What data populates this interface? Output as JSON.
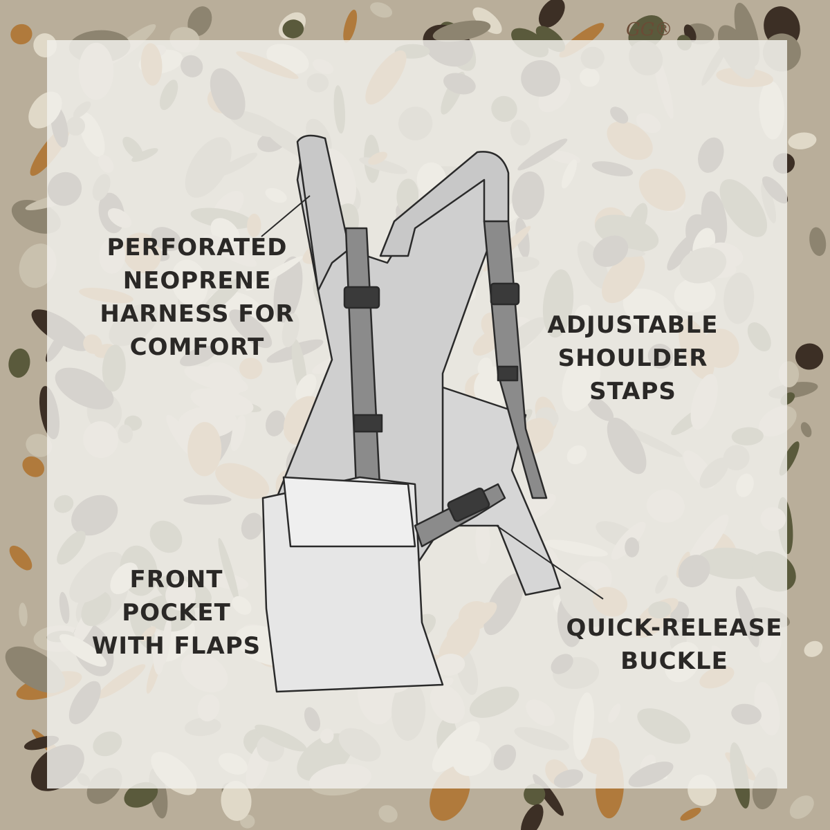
{
  "brand_logo": "GG®",
  "callouts": {
    "harness": [
      "PERFORATED",
      "NEOPRENE",
      "HARNESS FOR",
      "COMFORT"
    ],
    "straps": [
      "ADJUSTABLE",
      "SHOULDER",
      "STAPS"
    ],
    "pocket": [
      "FRONT",
      "POCKET",
      "WITH FLAPS"
    ],
    "buckle": [
      "QUICK-RELEASE",
      "BUCKLE"
    ]
  },
  "colors": {
    "camo": [
      "#c9c1ae",
      "#8d8470",
      "#5a5a3c",
      "#3c2f25",
      "#b07a3c",
      "#e0d9c8"
    ],
    "panel": "#f0efea",
    "text": "#2a2826",
    "strap": "#8b8b8b",
    "vest_fill": "#dcdcdc"
  }
}
